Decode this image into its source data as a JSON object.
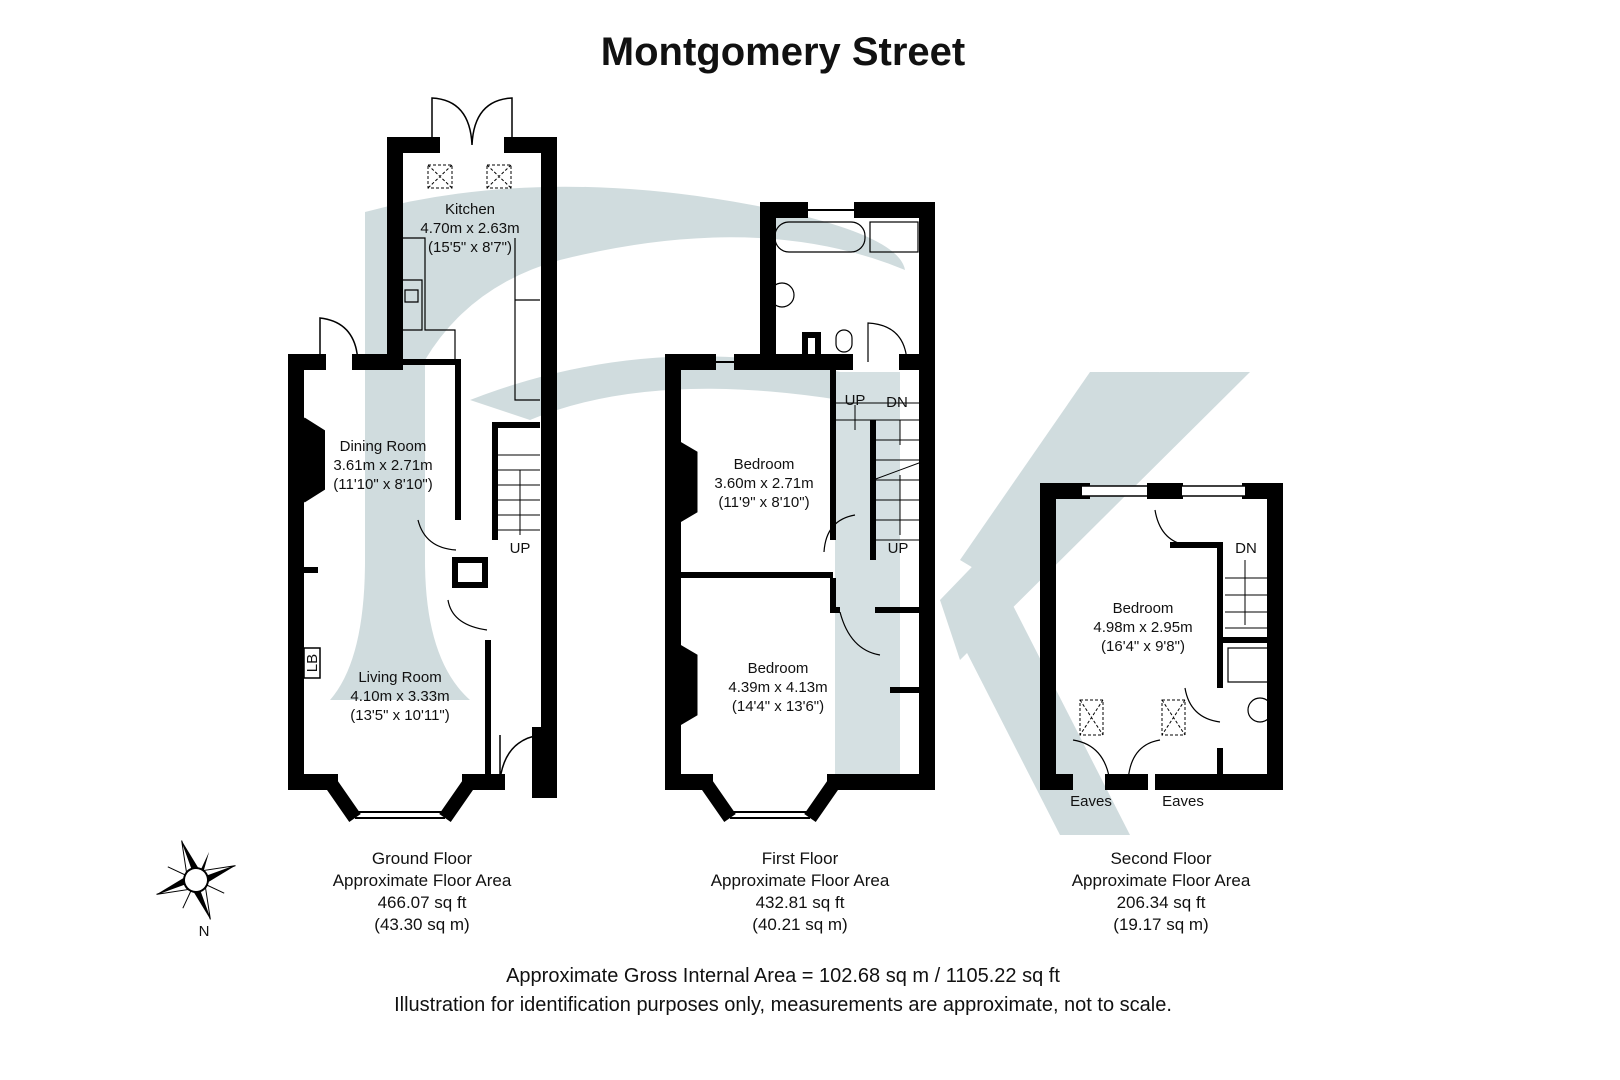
{
  "title": "Montgomery Street",
  "floors": [
    {
      "rooms": [
        {
          "name": "Kitchen",
          "metric": "4.70m x 2.63m",
          "imperial": "(15'5\" x 8'7\")"
        },
        {
          "name": "Dining Room",
          "metric": "3.61m x 2.71m",
          "imperial": "(11'10\" x 8'10\")"
        },
        {
          "name": "Living Room",
          "metric": "4.10m x 3.33m",
          "imperial": "(13'5\" x 10'11\")"
        }
      ],
      "area": {
        "name": "Ground Floor",
        "label": "Approximate Floor Area",
        "sqft": "466.07 sq ft",
        "sqm": "(43.30 sq m)"
      }
    },
    {
      "rooms": [
        {
          "name": "Bedroom",
          "metric": "3.60m x 2.71m",
          "imperial": "(11'9\" x 8'10\")"
        },
        {
          "name": "Bedroom",
          "metric": "4.39m x 4.13m",
          "imperial": "(14'4\" x 13'6\")"
        }
      ],
      "area": {
        "name": "First Floor",
        "label": "Approximate Floor Area",
        "sqft": "432.81 sq ft",
        "sqm": "(40.21 sq m)"
      }
    },
    {
      "rooms": [
        {
          "name": "Bedroom",
          "metric": "4.98m x 2.95m",
          "imperial": "(16'4\" x 9'8\")"
        }
      ],
      "area": {
        "name": "Second Floor",
        "label": "Approximate Floor Area",
        "sqft": "206.34 sq ft",
        "sqm": "(19.17 sq m)"
      }
    }
  ],
  "labels": {
    "up": "UP",
    "dn": "DN",
    "lb": "LB",
    "eaves": "Eaves",
    "north": "N"
  },
  "footer": {
    "gross": "Approximate Gross Internal Area = 102.68 sq m / 1105.22 sq ft",
    "disclaimer": "Illustration for identification purposes only, measurements are approximate, not to scale."
  },
  "colors": {
    "wall": "#000000",
    "watermark": "#c8d6d8"
  },
  "icons": {
    "compass": "compass-rose-icon"
  }
}
